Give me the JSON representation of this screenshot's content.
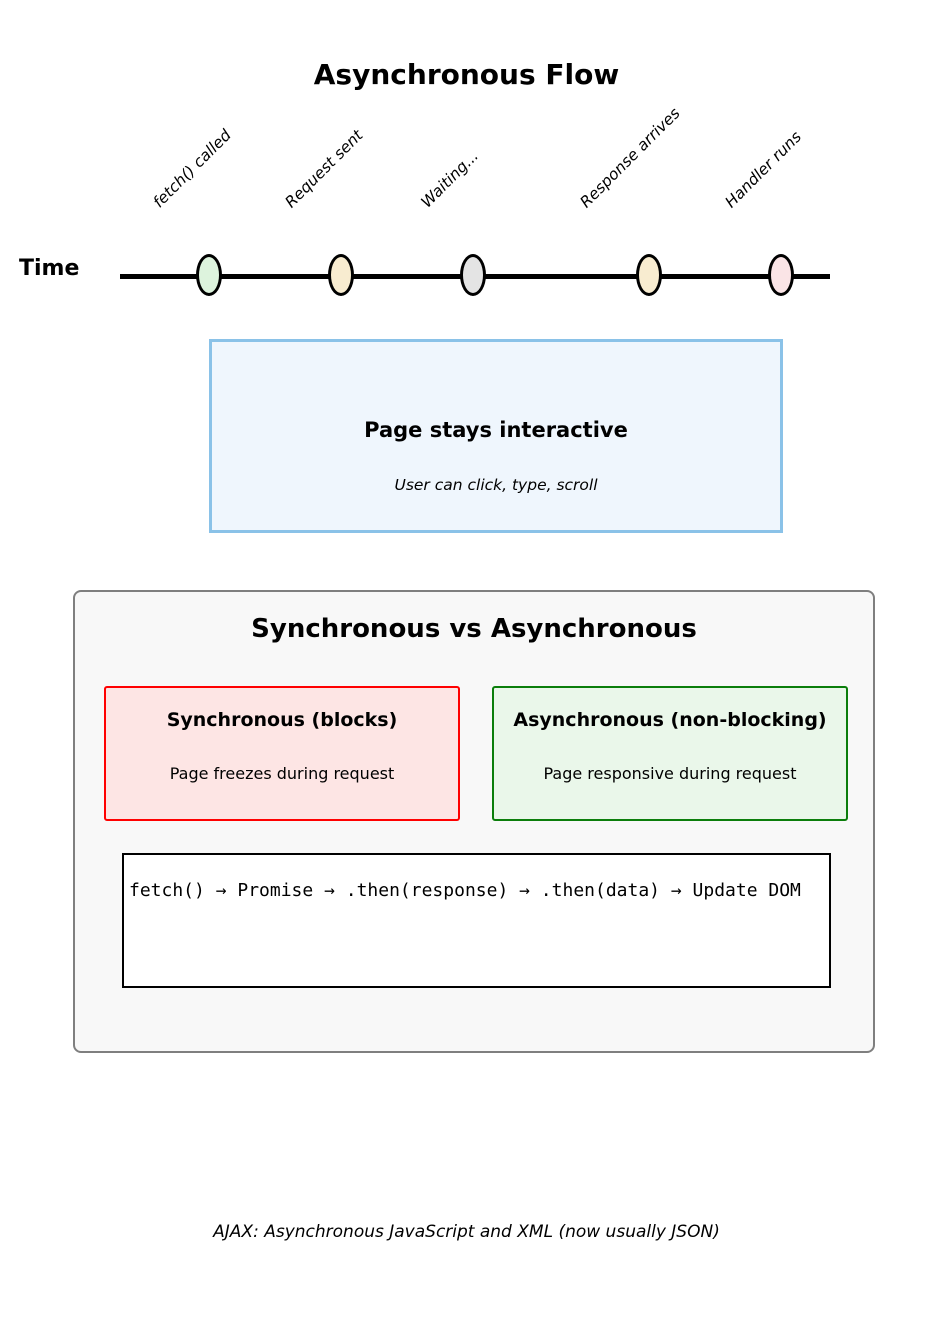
{
  "title": "Asynchronous Flow",
  "timeline": {
    "axis_label": "Time",
    "events": [
      {
        "label": "fetch() called",
        "color": "#ddf3dd"
      },
      {
        "label": "Request sent",
        "color": "#f8ecd0"
      },
      {
        "label": "Waiting...",
        "color": "#e4e4e4"
      },
      {
        "label": "Response arrives",
        "color": "#f8ecd0"
      },
      {
        "label": "Handler runs",
        "color": "#fae4e6"
      }
    ]
  },
  "interactive_box": {
    "title": "Page stays interactive",
    "subtitle": "User can click, type, scroll"
  },
  "comparison_panel": {
    "title": "Synchronous vs Asynchronous",
    "sync_box": {
      "title": "Synchronous (blocks)",
      "body": "Page freezes during request"
    },
    "async_box": {
      "title": "Asynchronous (non-blocking)",
      "body": "Page responsive during request"
    },
    "code_flow": "fetch() → Promise → .then(response) → .then(data) → Update DOM"
  },
  "footer": "AJAX: Asynchronous JavaScript and XML (now usually JSON)",
  "colors": {
    "interactive_box_border": "#8ac2e8",
    "interactive_box_fill": "#eff6fd",
    "sync_border": "#ff0000",
    "sync_fill": "#fde5e4",
    "async_border": "#0b7e0b",
    "async_fill": "#eaf7ea",
    "panel_border": "#7f7f7f",
    "panel_fill": "#f8f8f8",
    "timeline_line": "#000000"
  }
}
